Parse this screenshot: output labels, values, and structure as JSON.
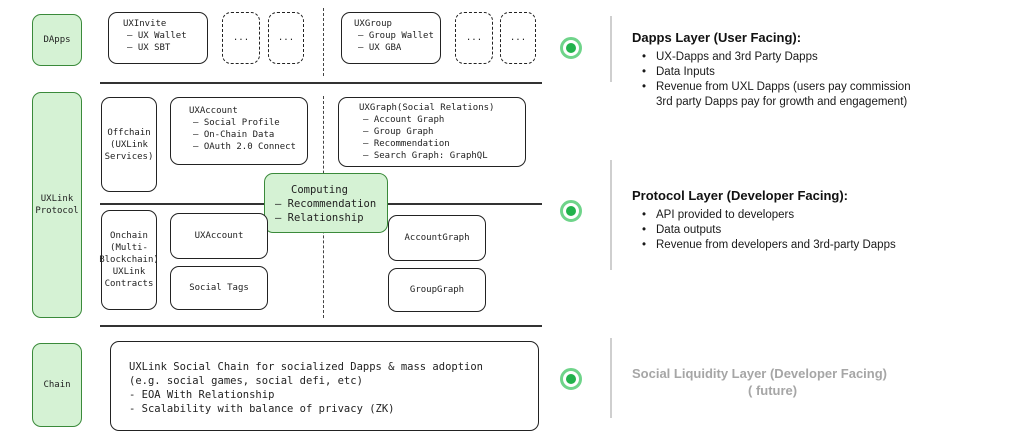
{
  "left_labels": {
    "dapps": "DApps",
    "protocol": "UXLink\nProtocol",
    "chain": "Chain"
  },
  "dapps_layer": {
    "uxinvite": {
      "title": "UXInvite",
      "items": [
        "UX Wallet",
        "UX SBT"
      ]
    },
    "placeholders": [
      "...",
      "...",
      "...",
      "..."
    ],
    "uxgroup": {
      "title": "UXGroup",
      "items": [
        "Group Wallet",
        "UX GBA"
      ]
    }
  },
  "protocol_layer": {
    "offchain": "Offchain\n(UXLink\nServices)",
    "uxaccount": {
      "title": "UXAccount",
      "items": [
        "Social Profile",
        "On-Chain Data",
        "OAuth 2.0 Connect"
      ]
    },
    "uxgraph": {
      "title": "UXGraph(Social Relations)",
      "items": [
        "Account Graph",
        "Group Graph",
        "Recommendation",
        "Search Graph: GraphQL"
      ]
    },
    "computing": {
      "title": "Computing",
      "items": [
        "Recommendation",
        "Relationship"
      ]
    },
    "onchain": "Onchain\n(Multi-\nBlockchain)\nUXLink\nContracts",
    "uxaccount2": "UXAccount",
    "social_tags": "Social Tags",
    "account_graph": "AccountGraph",
    "group_graph": "GroupGraph"
  },
  "chain_layer": {
    "lines": [
      "UXLink Social Chain for socialized Dapps & mass adoption",
      "(e.g. social games, social defi, etc)",
      "- EOA With Relationship",
      "- Scalability with balance of privacy (ZK)"
    ]
  },
  "right_panel": {
    "dapps": {
      "heading": "Dapps Layer (User Facing):",
      "bullets": [
        "UX-Dapps and 3rd Party Dapps",
        "Data Inputs",
        "Revenue from UXL Dapps (users pay commission"
      ],
      "continuation": "3rd party Dapps pay for growth and engagement)"
    },
    "protocol": {
      "heading": "Protocol Layer (Developer Facing):",
      "bullets": [
        "API provided to developers",
        "Data outputs",
        "Revenue from developers and 3rd-party Dapps"
      ]
    },
    "social": {
      "heading": "Social Liquidity Layer (Developer Facing)",
      "sub": "( future)"
    }
  },
  "colors": {
    "accent_green": "#22b24c",
    "box_green": "#d5f2d4",
    "muted": "#a6a6a6"
  }
}
